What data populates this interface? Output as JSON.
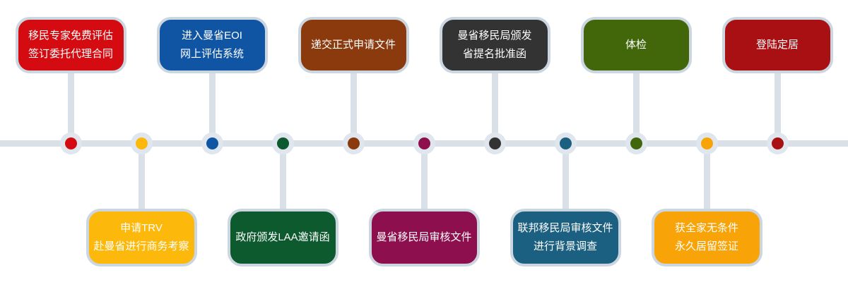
{
  "diagram": {
    "type": "timeline-flow",
    "background": "#ffffff",
    "timeline_color": "#d9e0e8",
    "node_ring_color": "#dfe6ed",
    "card_border_color": "#ccd6e0",
    "text_color": "#ffffff",
    "steps": [
      {
        "order": 1,
        "side": "top",
        "color": "#d40b10",
        "lines": [
          "移民专家免费评估",
          "签订委托代理合同"
        ]
      },
      {
        "order": 2,
        "side": "bottom",
        "color": "#fcb90b",
        "lines": [
          "申请TRV",
          "赴曼省进行商务考察"
        ]
      },
      {
        "order": 3,
        "side": "top",
        "color": "#0f55a4",
        "lines": [
          "进入曼省EOI",
          "网上评估系统"
        ]
      },
      {
        "order": 4,
        "side": "bottom",
        "color": "#0d5a2e",
        "lines": [
          "政府颁发LAA邀请函"
        ]
      },
      {
        "order": 5,
        "side": "top",
        "color": "#8b3a0e",
        "lines": [
          "递交正式申请文件"
        ]
      },
      {
        "order": 6,
        "side": "bottom",
        "color": "#8e0f4e",
        "lines": [
          "曼省移民局审核文件"
        ]
      },
      {
        "order": 7,
        "side": "top",
        "color": "#333333",
        "lines": [
          "曼省移民局颁发",
          "省提名批准函"
        ]
      },
      {
        "order": 8,
        "side": "bottom",
        "color": "#1c6081",
        "lines": [
          "联邦移民局审核文件",
          "进行背景调查"
        ]
      },
      {
        "order": 9,
        "side": "top",
        "color": "#41670a",
        "lines": [
          "体检"
        ]
      },
      {
        "order": 10,
        "side": "bottom",
        "color": "#f8a408",
        "lines": [
          "获全家无条件",
          "永久居留签证"
        ]
      },
      {
        "order": 11,
        "side": "top",
        "color": "#a91014",
        "lines": [
          "登陆定居"
        ]
      }
    ]
  }
}
